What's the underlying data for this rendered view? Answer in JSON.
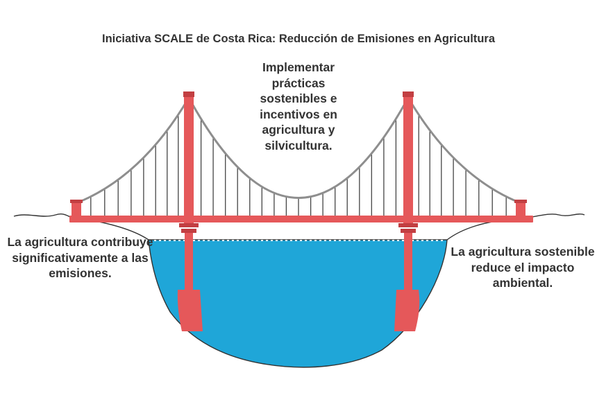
{
  "title": "Iniciativa SCALE de Costa Rica: Reducción de Emisiones en Agricultura",
  "center_label": "Implementar prácticas sostenibles e incentivos en agricultura y silvicultura.",
  "left_label": "La agricultura contribuye significativamente a las emisiones.",
  "right_label": "La agricultura sostenible reduce el impacto ambiental.",
  "colors": {
    "tower": "#e5585a",
    "tower_dark": "#c23f42",
    "water": "#1fa6d8",
    "water_line": "#ffffff",
    "cable": "#8e8e8e",
    "hanger": "#444444",
    "ground": "#333333",
    "text": "#333333"
  },
  "icons": {
    "bridge": "suspension-bridge-icon"
  }
}
